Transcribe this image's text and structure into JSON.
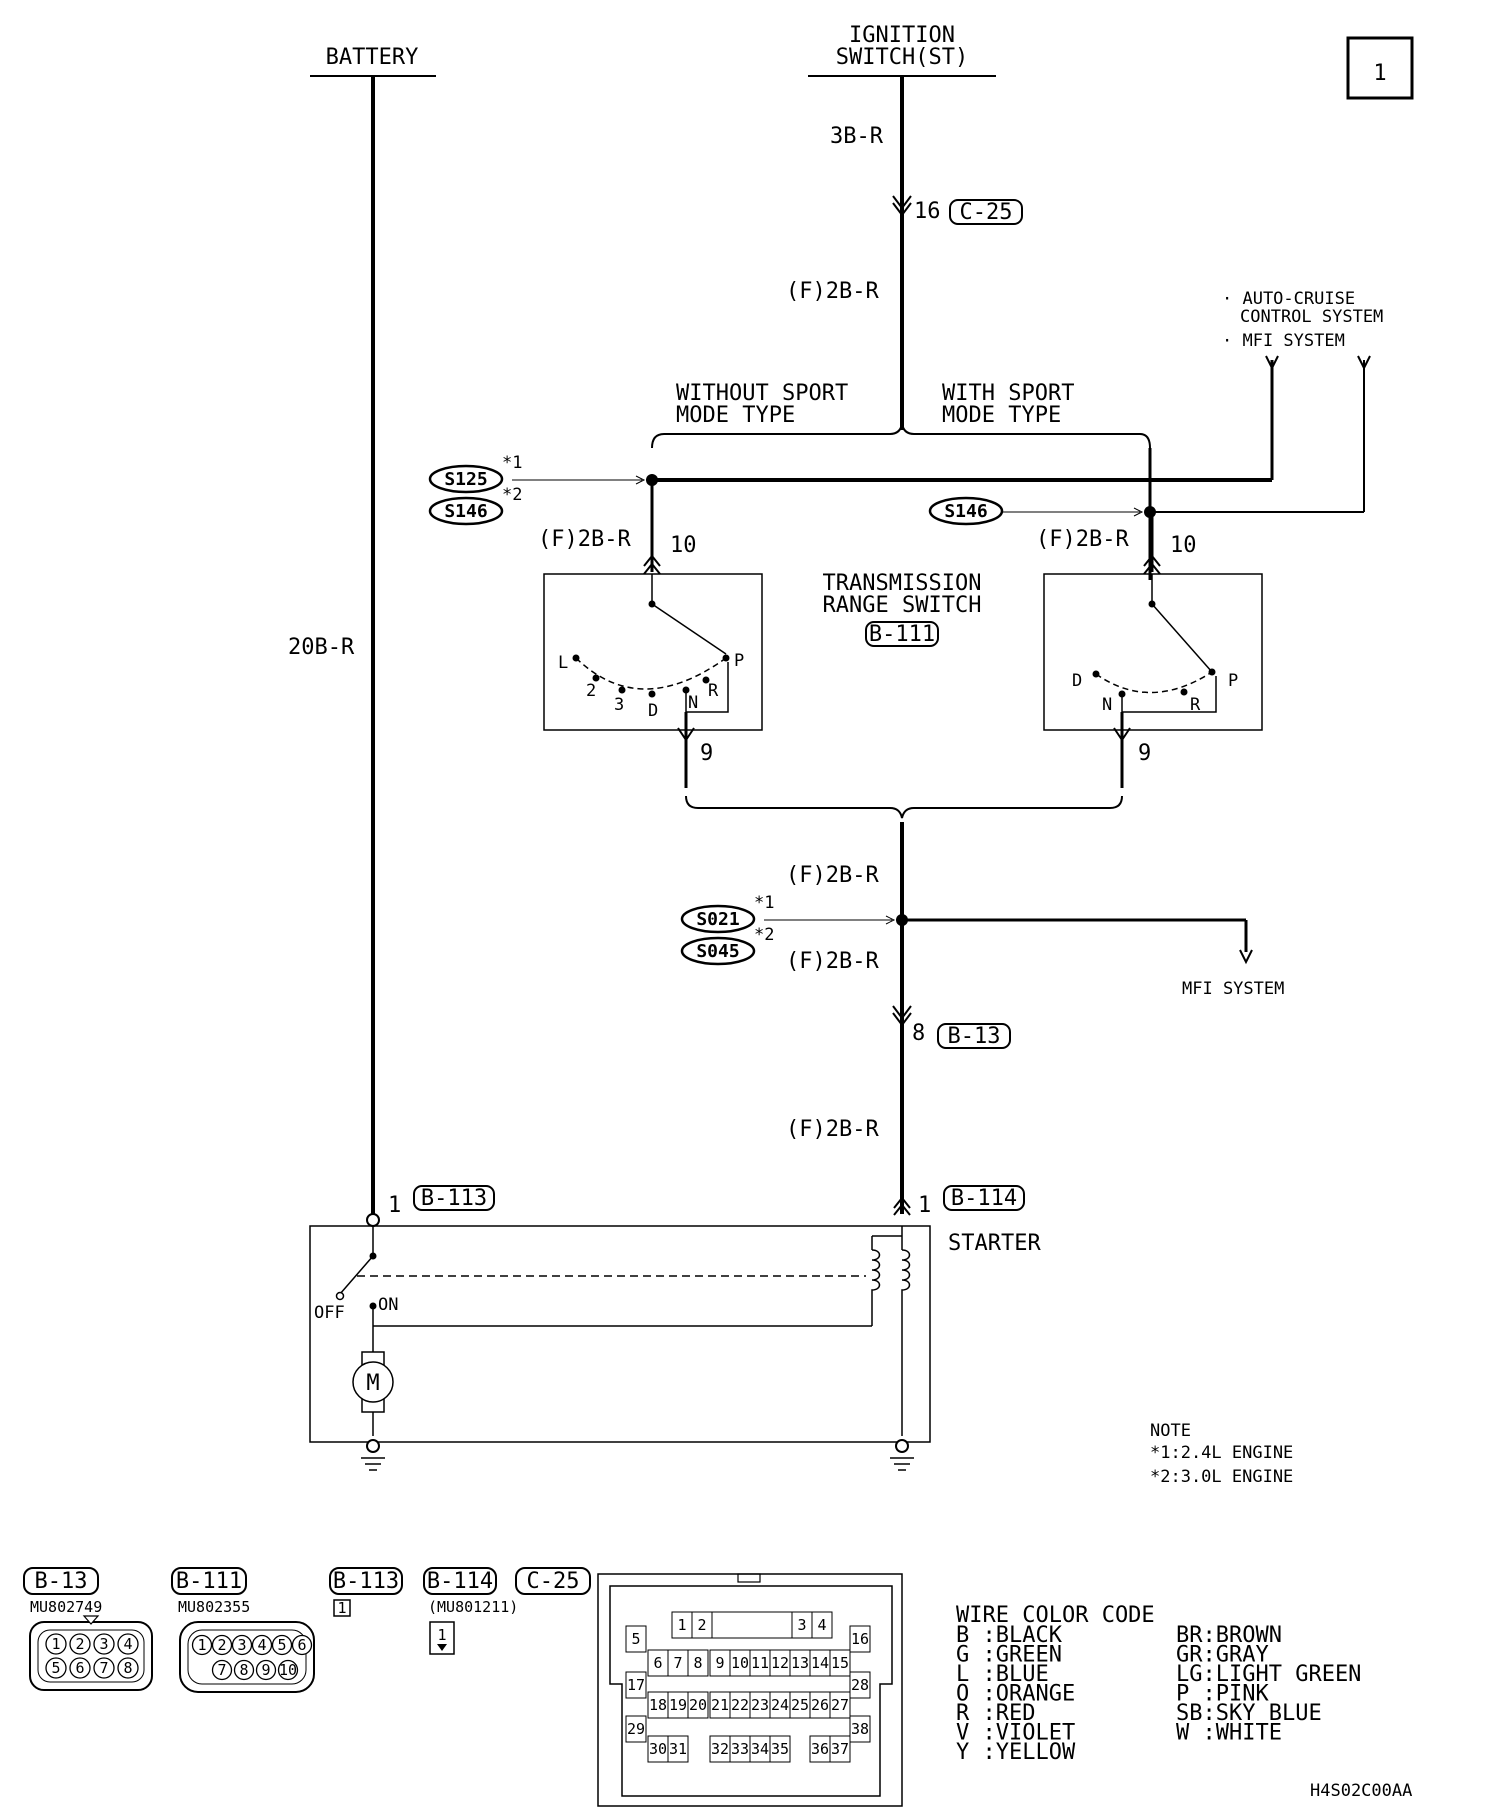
{
  "page_number": "1",
  "sources": {
    "battery": "BATTERY",
    "ignition_line1": "IGNITION",
    "ignition_line2": "SWITCH(ST)"
  },
  "wires": {
    "battery_wire": "20B-R",
    "ign_wire": "3B-R",
    "ign_wire2": "(F)2B-R",
    "left_tr_wire": "(F)2B-R",
    "right_tr_wire": "(F)2B-R",
    "below_tr_wire": "(F)2B-R",
    "below_joint_wire": "(F)2B-R",
    "starter_wire": "(F)2B-R"
  },
  "connectors": {
    "c25_pin": "16",
    "c25": "C-25",
    "b13_pin": "8",
    "b13": "B-13",
    "b113_pin": "1",
    "b113": "B-113",
    "b114_pin": "1",
    "b114": "B-114",
    "b111": "B-111",
    "tr_left_in": "10",
    "tr_right_in": "10",
    "tr_left_out": "9",
    "tr_right_out": "9"
  },
  "splices": {
    "s125": "S125",
    "s125_note": "*1",
    "s146": "S146",
    "s146_note": "*2",
    "s146_right": "S146",
    "s021": "S021",
    "s021_note": "*1",
    "s045": "S045",
    "s045_note": "*2"
  },
  "labels": {
    "without_line1": "WITHOUT SPORT",
    "without_line2": "MODE TYPE",
    "with_line1": "WITH SPORT",
    "with_line2": "MODE TYPE",
    "auto_cruise_line1": "· AUTO-CRUISE",
    "auto_cruise_line2": "CONTROL SYSTEM",
    "mfi_top": "· MFI SYSTEM",
    "mfi_bottom": "MFI SYSTEM",
    "trs_line1": "TRANSMISSION",
    "trs_line2": "RANGE SWITCH",
    "starter": "STARTER",
    "off": "OFF",
    "on": "ON",
    "motor": "M"
  },
  "trs_left_positions": [
    "L",
    "2",
    "3",
    "D",
    "N",
    "R",
    "P"
  ],
  "trs_right_positions": [
    "D",
    "N",
    "R",
    "P"
  ],
  "note": {
    "title": "NOTE",
    "line1": "*1:2.4L ENGINE",
    "line2": "*2:3.0L ENGINE"
  },
  "bottom_connectors": {
    "b13": "B-13",
    "b13_part": "MU802749",
    "b111": "B-111",
    "b111_part": "MU802355",
    "b113": "B-113",
    "b114": "B-114",
    "b114_part": "(MU801211)",
    "c25": "C-25",
    "b13_pins": [
      "1",
      "2",
      "3",
      "4",
      "5",
      "6",
      "7",
      "8"
    ],
    "b111_pins": [
      "1",
      "2",
      "3",
      "4",
      "5",
      "6",
      "7",
      "8",
      "9",
      "10"
    ],
    "b113_pin": "1",
    "b114_pin": "1",
    "c25_pins": [
      "1",
      "2",
      "3",
      "4",
      "5",
      "6",
      "7",
      "8",
      "9",
      "10",
      "11",
      "12",
      "13",
      "14",
      "15",
      "16",
      "17",
      "18",
      "19",
      "20",
      "21",
      "22",
      "23",
      "24",
      "25",
      "26",
      "27",
      "28",
      "29",
      "30",
      "31",
      "32",
      "33",
      "34",
      "35",
      "36",
      "37",
      "38"
    ]
  },
  "color_code": {
    "title": "WIRE COLOR CODE",
    "left": [
      "B :BLACK",
      "G :GREEN",
      "L :BLUE",
      "O :ORANGE",
      "R :RED",
      "V :VIOLET",
      "Y :YELLOW"
    ],
    "right": [
      "BR:BROWN",
      "GR:GRAY",
      "LG:LIGHT GREEN",
      "P :PINK",
      "SB:SKY BLUE",
      "W :WHITE"
    ]
  },
  "figure_code": "H4S02C00AA"
}
